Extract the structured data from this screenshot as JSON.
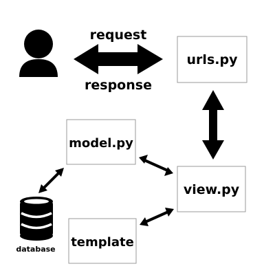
{
  "diagram": {
    "arrow_labels": {
      "request": "request",
      "response": "response"
    },
    "nodes": {
      "urls": "urls.py",
      "model": "model.py",
      "view": "view.py",
      "template": "template",
      "database": "database"
    },
    "icons": {
      "user": "user-icon",
      "database": "database-icon"
    },
    "colors": {
      "foreground": "#000000",
      "box_border": "#9a9a9a",
      "background": "#ffffff"
    }
  }
}
